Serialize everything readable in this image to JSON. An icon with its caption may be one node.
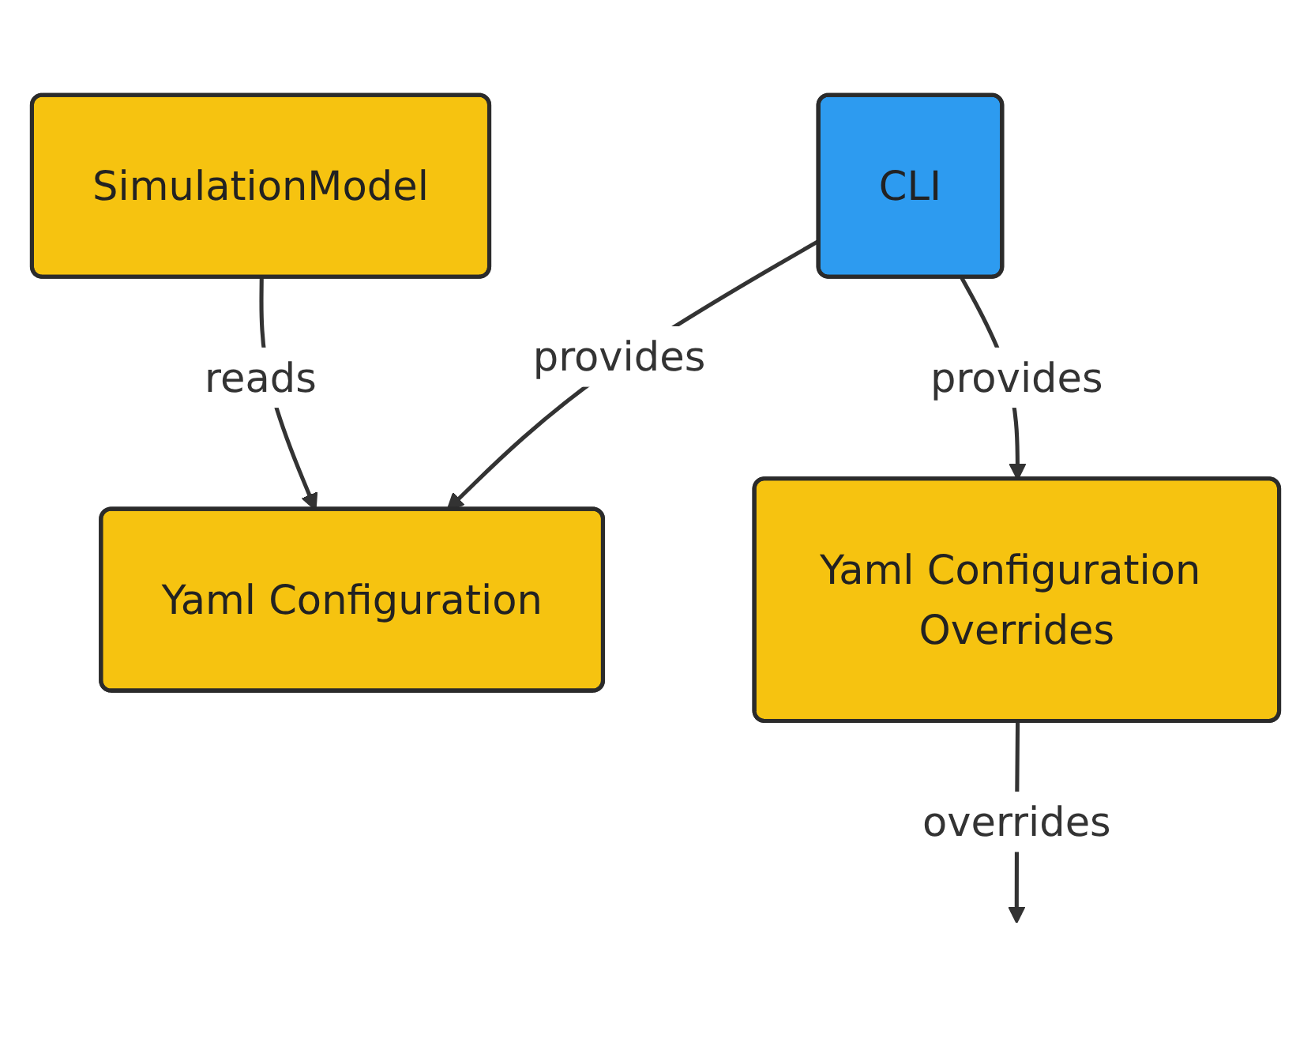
{
  "diagram": {
    "nodes": [
      {
        "text": [
          "Yaml Configuration"
        ]
      },
      {
        "text": [
          "CLI"
        ]
      },
      {
        "text": [
          "Yaml Configuration Overrides"
        ]
      },
      {
        "text": [
          "SimulationModel"
        ]
      }
    ],
    "edges": [
      {
        "from": 1,
        "to": 0,
        "arrow": "to",
        "label": "provides"
      },
      {
        "from": 1,
        "to": 2,
        "arrow": "to",
        "label": "provides"
      },
      {
        "from": 2,
        "to": null,
        "arrow": "to",
        "label": "overrides"
      },
      {
        "from": 3,
        "to": 0,
        "arrow": "to",
        "label": "reads"
      }
    ]
  }
}
